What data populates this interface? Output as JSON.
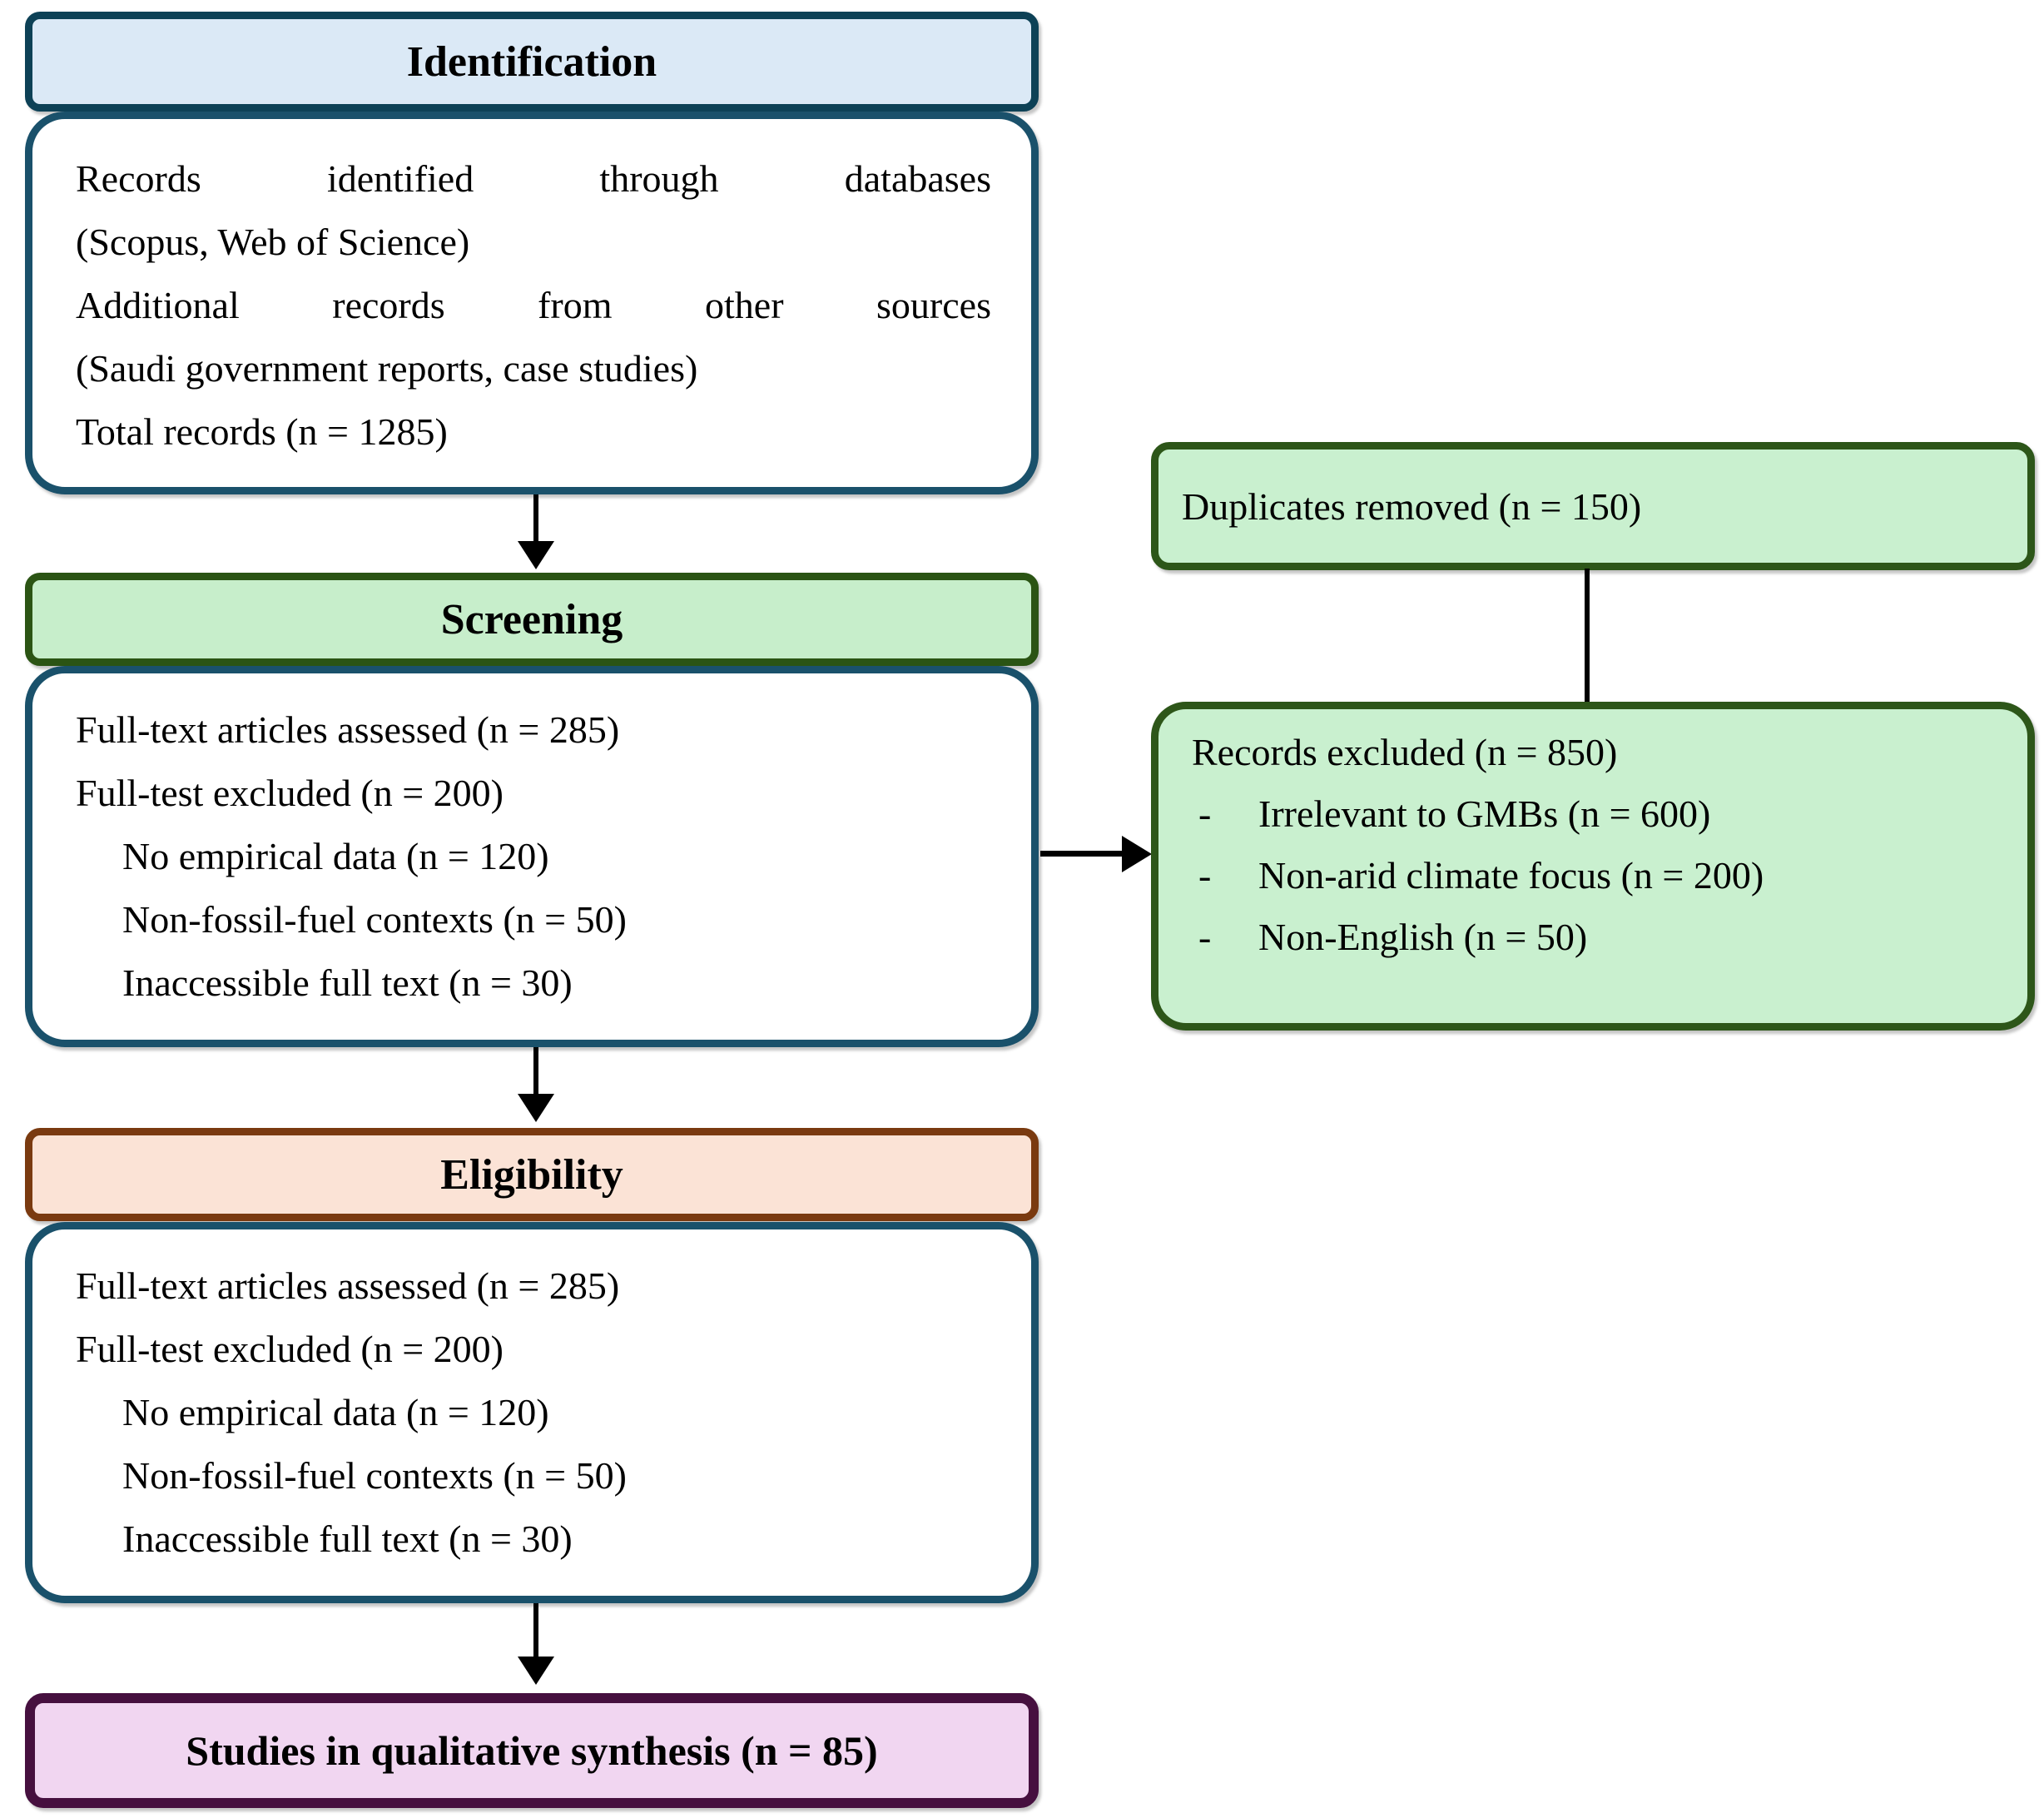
{
  "identification": {
    "header": "Identification",
    "lines": [
      "Records identified through databases",
      "(Scopus, Web of Science)",
      "Additional records from other sources",
      "(Saudi government reports, case studies)",
      "Total records (n = 1285)"
    ]
  },
  "screening": {
    "header": "Screening",
    "lines": [
      "Full-text articles assessed (n = 285)",
      "Full-test excluded (n = 200)",
      "No empirical data (n = 120)",
      "Non-fossil-fuel contexts (n = 50)",
      "Inaccessible full text (n = 30)"
    ]
  },
  "eligibility": {
    "header": "Eligibility",
    "lines": [
      "Full-text articles assessed (n = 285)",
      "Full-test excluded (n = 200)",
      "No empirical data (n = 120)",
      "Non-fossil-fuel contexts (n = 50)",
      "Inaccessible full text (n = 30)"
    ]
  },
  "duplicates": {
    "text": "Duplicates removed (n = 150)"
  },
  "excluded": {
    "title": "Records excluded (n = 850)",
    "bullet": "-",
    "items": [
      "Irrelevant to GMBs (n = 600)",
      "Non-arid climate focus (n = 200)",
      "Non-English (n = 50)"
    ]
  },
  "synthesis": {
    "text": "Studies in qualitative synthesis (n = 85)"
  },
  "colors": {
    "identification_fill": "#dbe9f6",
    "identification_border": "#0d4156",
    "white_box_border": "#1a516b",
    "screening_fill": "#c7eecb",
    "green_box_fill": "#c9f0cf",
    "green_border": "#2d5619",
    "eligibility_fill": "#fbe3d6",
    "eligibility_border": "#7a3a10",
    "synthesis_fill": "#f1d6f1",
    "synthesis_border": "#46103f",
    "arrow": "#000000"
  }
}
